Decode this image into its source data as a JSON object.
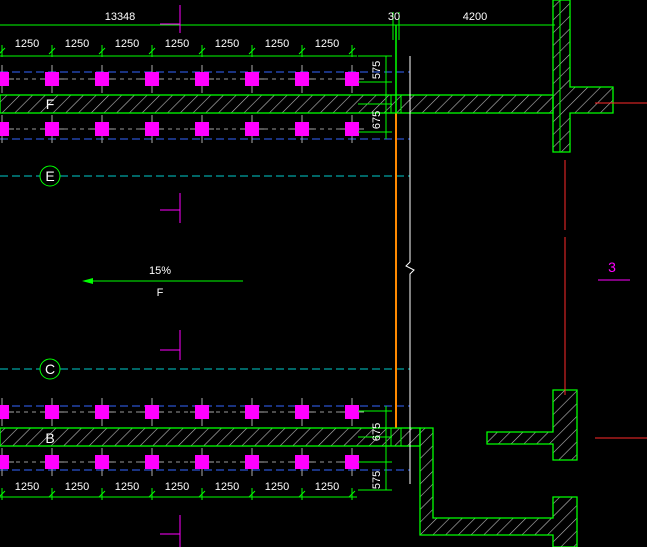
{
  "colors": {
    "background": "#000000",
    "dimension": "#00ff00",
    "wall": "#00ff00",
    "hatch": "#bbbbbb",
    "axis_line": "#00cccc",
    "pier": "#ff00ff",
    "red_line": "#ff2a2a",
    "slab_edge": "#ff8a00",
    "text": "#ffffff"
  },
  "dimensions": {
    "top_total": "13348",
    "top_gap": "30",
    "top_right": "4200",
    "spacing_labels_top": [
      "1250",
      "1250",
      "1250",
      "1250",
      "1250",
      "1250",
      "1250"
    ],
    "spacing_labels_bottom": [
      "1250",
      "1250",
      "1250",
      "1250",
      "1250",
      "1250",
      "1250"
    ],
    "vertical_labels": [
      "575",
      "675",
      "675",
      "575"
    ]
  },
  "axes": [
    "F",
    "E",
    "C",
    "B"
  ],
  "slope": {
    "value": "15%",
    "mark": "F"
  },
  "section_label": "3"
}
